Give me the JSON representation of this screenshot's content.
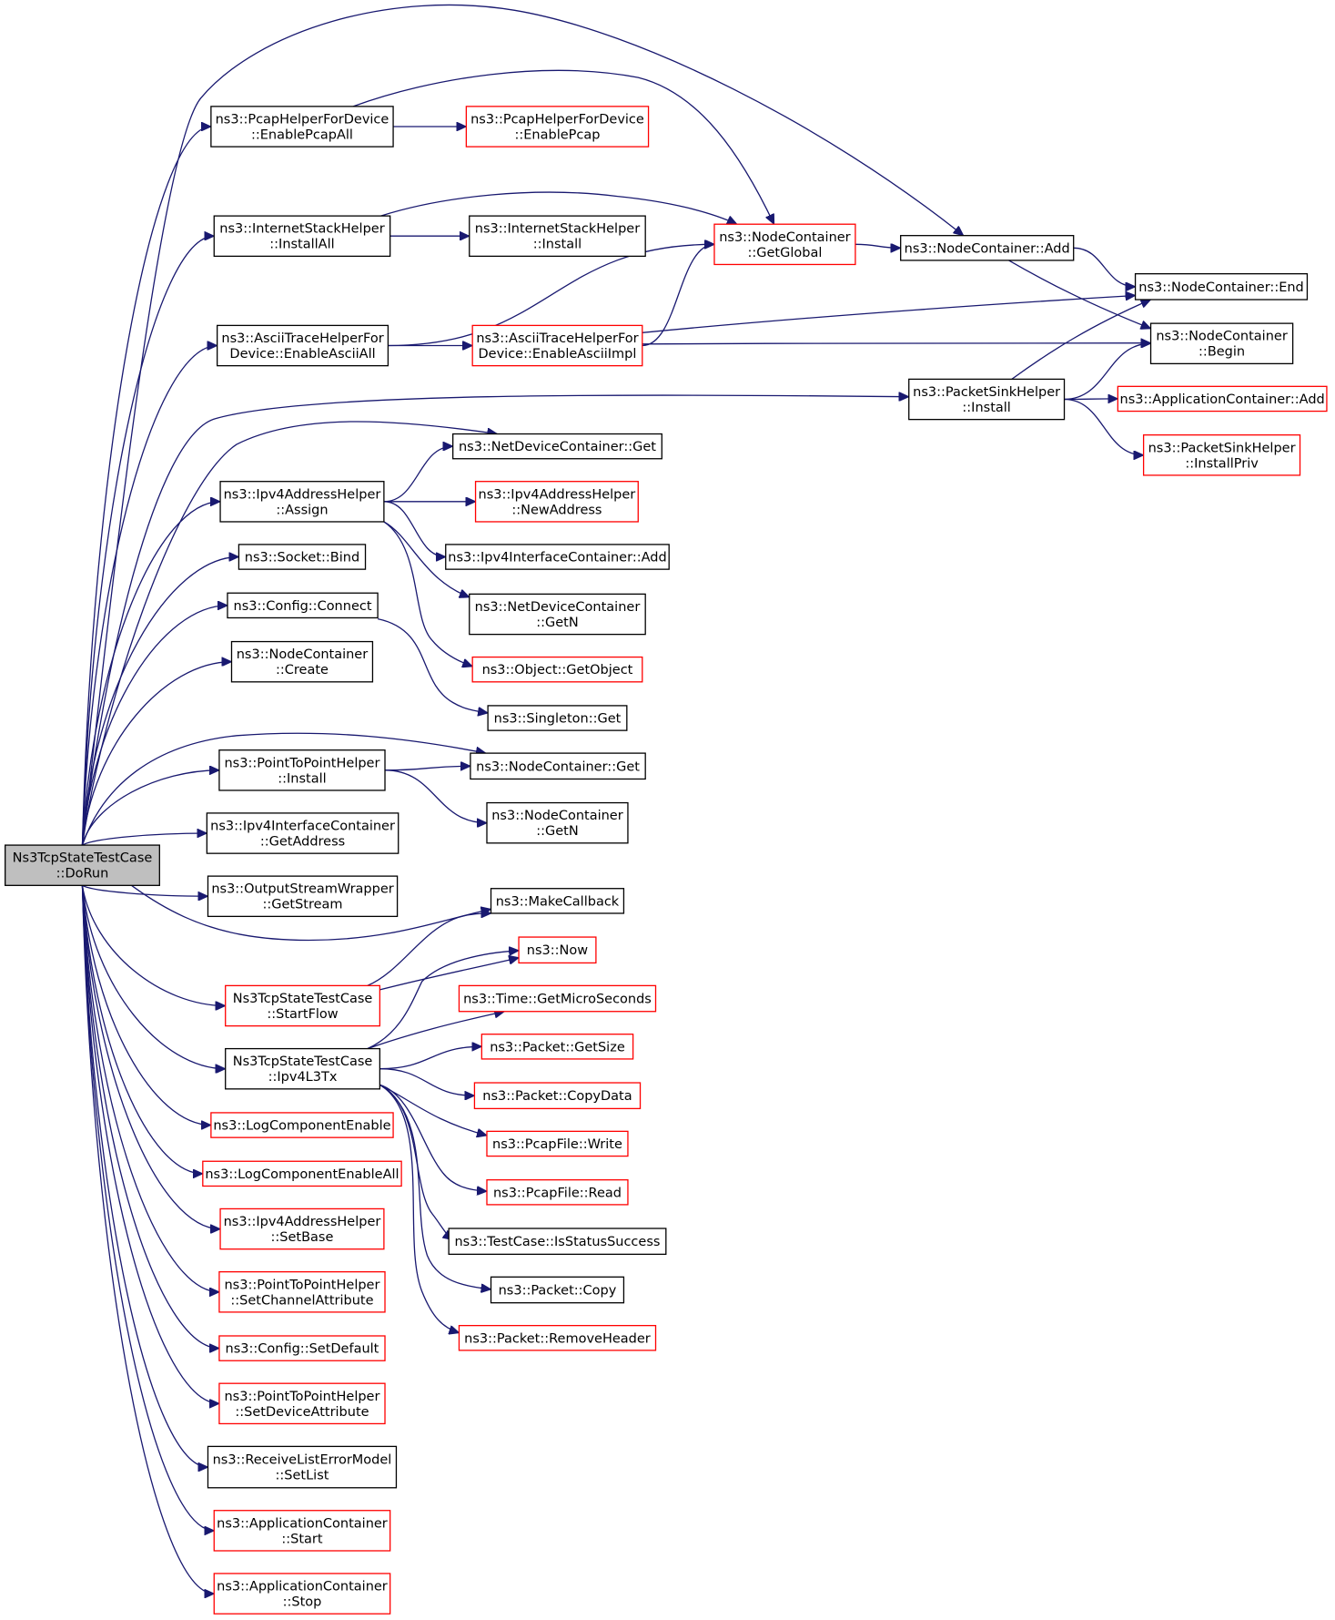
{
  "colors": {
    "edge": "#191970",
    "root_fill": "#bfbfbf",
    "node_fill": "#ffffff",
    "border_black": "#000000",
    "border_red": "#ff0000"
  },
  "nodes": [
    {
      "id": "root",
      "lines": [
        "Ns3TcpStateTestCase",
        "::DoRun"
      ],
      "style": "root"
    },
    {
      "id": "pcap_all",
      "lines": [
        "ns3::PcapHelperForDevice",
        "::EnablePcapAll"
      ],
      "style": "black"
    },
    {
      "id": "pcap_enable",
      "lines": [
        "ns3::PcapHelperForDevice",
        "::EnablePcap"
      ],
      "style": "red"
    },
    {
      "id": "inet_installall",
      "lines": [
        "ns3::InternetStackHelper",
        "::InstallAll"
      ],
      "style": "black"
    },
    {
      "id": "inet_install",
      "lines": [
        "ns3::InternetStackHelper",
        "::Install"
      ],
      "style": "black"
    },
    {
      "id": "nc_getglobal",
      "lines": [
        "ns3::NodeContainer",
        "::GetGlobal"
      ],
      "style": "red"
    },
    {
      "id": "nc_add",
      "lines": [
        "ns3::NodeContainer::Add"
      ],
      "style": "black"
    },
    {
      "id": "nc_end",
      "lines": [
        "ns3::NodeContainer::End"
      ],
      "style": "black"
    },
    {
      "id": "nc_begin",
      "lines": [
        "ns3::NodeContainer",
        "::Begin"
      ],
      "style": "black"
    },
    {
      "id": "ascii_all",
      "lines": [
        "ns3::AsciiTraceHelperFor",
        "Device::EnableAsciiAll"
      ],
      "style": "black"
    },
    {
      "id": "ascii_impl",
      "lines": [
        "ns3::AsciiTraceHelperFor",
        "Device::EnableAsciiImpl"
      ],
      "style": "red"
    },
    {
      "id": "psh_install",
      "lines": [
        "ns3::PacketSinkHelper",
        "::Install"
      ],
      "style": "black"
    },
    {
      "id": "appc_add",
      "lines": [
        "ns3::ApplicationContainer::Add"
      ],
      "style": "red"
    },
    {
      "id": "psh_installpriv",
      "lines": [
        "ns3::PacketSinkHelper",
        "::InstallPriv"
      ],
      "style": "red"
    },
    {
      "id": "ndc_get",
      "lines": [
        "ns3::NetDeviceContainer::Get"
      ],
      "style": "black"
    },
    {
      "id": "ipv4ah_assign",
      "lines": [
        "ns3::Ipv4AddressHelper",
        "::Assign"
      ],
      "style": "black"
    },
    {
      "id": "ipv4ah_newaddr",
      "lines": [
        "ns3::Ipv4AddressHelper",
        "::NewAddress"
      ],
      "style": "red"
    },
    {
      "id": "socket_bind",
      "lines": [
        "ns3::Socket::Bind"
      ],
      "style": "black"
    },
    {
      "id": "ipv4ic_add",
      "lines": [
        "ns3::Ipv4InterfaceContainer::Add"
      ],
      "style": "black"
    },
    {
      "id": "config_connect",
      "lines": [
        "ns3::Config::Connect"
      ],
      "style": "black"
    },
    {
      "id": "ndc_getn",
      "lines": [
        "ns3::NetDeviceContainer",
        "::GetN"
      ],
      "style": "black"
    },
    {
      "id": "nc_create",
      "lines": [
        "ns3::NodeContainer",
        "::Create"
      ],
      "style": "black"
    },
    {
      "id": "obj_getobject",
      "lines": [
        "ns3::Object::GetObject"
      ],
      "style": "red"
    },
    {
      "id": "singleton_get",
      "lines": [
        "ns3::Singleton::Get"
      ],
      "style": "black"
    },
    {
      "id": "p2p_install",
      "lines": [
        "ns3::PointToPointHelper",
        "::Install"
      ],
      "style": "black"
    },
    {
      "id": "nc_get",
      "lines": [
        "ns3::NodeContainer::Get"
      ],
      "style": "black"
    },
    {
      "id": "nc_getn",
      "lines": [
        "ns3::NodeContainer",
        "::GetN"
      ],
      "style": "black"
    },
    {
      "id": "ipv4ic_getaddr",
      "lines": [
        "ns3::Ipv4InterfaceContainer",
        "::GetAddress"
      ],
      "style": "black"
    },
    {
      "id": "osw_getstream",
      "lines": [
        "ns3::OutputStreamWrapper",
        "::GetStream"
      ],
      "style": "black"
    },
    {
      "id": "makecallback",
      "lines": [
        "ns3::MakeCallback"
      ],
      "style": "black"
    },
    {
      "id": "now",
      "lines": [
        "ns3::Now"
      ],
      "style": "red"
    },
    {
      "id": "startflow",
      "lines": [
        "Ns3TcpStateTestCase",
        "::StartFlow"
      ],
      "style": "red"
    },
    {
      "id": "time_getmicro",
      "lines": [
        "ns3::Time::GetMicroSeconds"
      ],
      "style": "red"
    },
    {
      "id": "ipv4l3tx",
      "lines": [
        "Ns3TcpStateTestCase",
        "::Ipv4L3Tx"
      ],
      "style": "black"
    },
    {
      "id": "packet_getsize",
      "lines": [
        "ns3::Packet::GetSize"
      ],
      "style": "red"
    },
    {
      "id": "packet_copydata",
      "lines": [
        "ns3::Packet::CopyData"
      ],
      "style": "red"
    },
    {
      "id": "logcomp_enable",
      "lines": [
        "ns3::LogComponentEnable"
      ],
      "style": "red"
    },
    {
      "id": "pcapfile_write",
      "lines": [
        "ns3::PcapFile::Write"
      ],
      "style": "red"
    },
    {
      "id": "logcomp_enableall",
      "lines": [
        "ns3::LogComponentEnableAll"
      ],
      "style": "red"
    },
    {
      "id": "pcapfile_read",
      "lines": [
        "ns3::PcapFile::Read"
      ],
      "style": "red"
    },
    {
      "id": "ipv4ah_setbase",
      "lines": [
        "ns3::Ipv4AddressHelper",
        "::SetBase"
      ],
      "style": "red"
    },
    {
      "id": "testcase_issuccess",
      "lines": [
        "ns3::TestCase::IsStatusSuccess"
      ],
      "style": "black"
    },
    {
      "id": "packet_copy",
      "lines": [
        "ns3::Packet::Copy"
      ],
      "style": "black"
    },
    {
      "id": "p2p_setchannelattr",
      "lines": [
        "ns3::PointToPointHelper",
        "::SetChannelAttribute"
      ],
      "style": "red"
    },
    {
      "id": "packet_removeheader",
      "lines": [
        "ns3::Packet::RemoveHeader"
      ],
      "style": "red"
    },
    {
      "id": "config_setdefault",
      "lines": [
        "ns3::Config::SetDefault"
      ],
      "style": "red"
    },
    {
      "id": "p2p_setdeviceattr",
      "lines": [
        "ns3::PointToPointHelper",
        "::SetDeviceAttribute"
      ],
      "style": "red"
    },
    {
      "id": "rlem_setlist",
      "lines": [
        "ns3::ReceiveListErrorModel",
        "::SetList"
      ],
      "style": "black"
    },
    {
      "id": "appc_start",
      "lines": [
        "ns3::ApplicationContainer",
        "::Start"
      ],
      "style": "red"
    },
    {
      "id": "appc_stop",
      "lines": [
        "ns3::ApplicationContainer",
        "::Stop"
      ],
      "style": "red"
    }
  ],
  "edges": [
    [
      "root",
      "pcap_all"
    ],
    [
      "root",
      "inet_installall"
    ],
    [
      "root",
      "ascii_all"
    ],
    [
      "root",
      "nc_add"
    ],
    [
      "root",
      "psh_install"
    ],
    [
      "root",
      "ndc_get"
    ],
    [
      "root",
      "ipv4ah_assign"
    ],
    [
      "root",
      "socket_bind"
    ],
    [
      "root",
      "config_connect"
    ],
    [
      "root",
      "nc_create"
    ],
    [
      "root",
      "nc_get"
    ],
    [
      "root",
      "p2p_install"
    ],
    [
      "root",
      "ipv4ic_getaddr"
    ],
    [
      "root",
      "osw_getstream"
    ],
    [
      "root",
      "makecallback"
    ],
    [
      "root",
      "startflow"
    ],
    [
      "root",
      "ipv4l3tx"
    ],
    [
      "root",
      "logcomp_enable"
    ],
    [
      "root",
      "logcomp_enableall"
    ],
    [
      "root",
      "ipv4ah_setbase"
    ],
    [
      "root",
      "p2p_setchannelattr"
    ],
    [
      "root",
      "config_setdefault"
    ],
    [
      "root",
      "p2p_setdeviceattr"
    ],
    [
      "root",
      "rlem_setlist"
    ],
    [
      "root",
      "appc_start"
    ],
    [
      "root",
      "appc_stop"
    ],
    [
      "pcap_all",
      "pcap_enable"
    ],
    [
      "pcap_all",
      "nc_getglobal"
    ],
    [
      "inet_installall",
      "inet_install"
    ],
    [
      "inet_installall",
      "nc_getglobal"
    ],
    [
      "nc_getglobal",
      "nc_add"
    ],
    [
      "nc_add",
      "nc_end"
    ],
    [
      "nc_add",
      "nc_begin"
    ],
    [
      "ascii_all",
      "nc_getglobal"
    ],
    [
      "ascii_all",
      "ascii_impl"
    ],
    [
      "ascii_impl",
      "nc_getglobal"
    ],
    [
      "ascii_impl",
      "nc_end"
    ],
    [
      "ascii_impl",
      "nc_begin"
    ],
    [
      "psh_install",
      "nc_end"
    ],
    [
      "psh_install",
      "nc_begin"
    ],
    [
      "psh_install",
      "appc_add"
    ],
    [
      "psh_install",
      "psh_installpriv"
    ],
    [
      "ipv4ah_assign",
      "ndc_get"
    ],
    [
      "ipv4ah_assign",
      "ipv4ah_newaddr"
    ],
    [
      "ipv4ah_assign",
      "ipv4ic_add"
    ],
    [
      "ipv4ah_assign",
      "ndc_getn"
    ],
    [
      "ipv4ah_assign",
      "obj_getobject"
    ],
    [
      "config_connect",
      "singleton_get"
    ],
    [
      "p2p_install",
      "nc_get"
    ],
    [
      "p2p_install",
      "nc_getn"
    ],
    [
      "startflow",
      "makecallback"
    ],
    [
      "startflow",
      "now"
    ],
    [
      "ipv4l3tx",
      "now"
    ],
    [
      "ipv4l3tx",
      "time_getmicro"
    ],
    [
      "ipv4l3tx",
      "packet_getsize"
    ],
    [
      "ipv4l3tx",
      "packet_copydata"
    ],
    [
      "ipv4l3tx",
      "pcapfile_write"
    ],
    [
      "ipv4l3tx",
      "pcapfile_read"
    ],
    [
      "ipv4l3tx",
      "testcase_issuccess"
    ],
    [
      "ipv4l3tx",
      "packet_copy"
    ],
    [
      "ipv4l3tx",
      "packet_removeheader"
    ]
  ]
}
